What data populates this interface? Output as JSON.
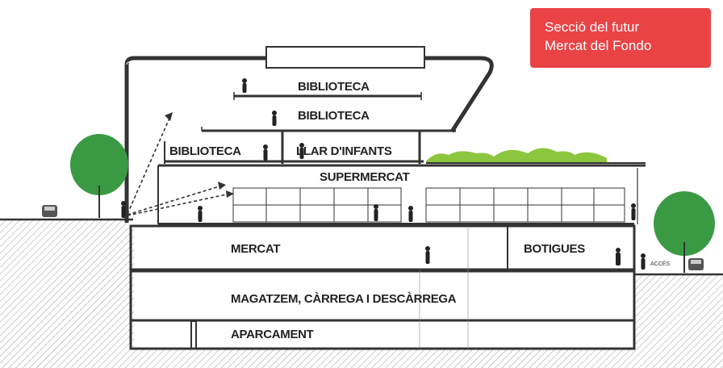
{
  "title": {
    "line1": "Secció del futur",
    "line2": "Mercat del Fondo"
  },
  "spaces": {
    "biblioteca_top": "BIBLIOTECA",
    "biblioteca_mid": "BIBLIOTECA",
    "biblioteca_low": "BIBLIOTECA",
    "llar_infants": "LLAR D'INFANTS",
    "supermercat": "SUPERMERCAT",
    "mercat": "MERCAT",
    "botigues": "BOTIGUES",
    "magatzem": "MAGATZEM, CÀRREGA I DESCÀRREGA",
    "aparcament": "APARCAMENT"
  },
  "small_label": "ACCÉS",
  "colors": {
    "badge": "#e94346",
    "tree": "#3a9a44",
    "green_roof": "#8cc63f",
    "line": "#333333",
    "ground_hatch": "#9a9a9a"
  }
}
